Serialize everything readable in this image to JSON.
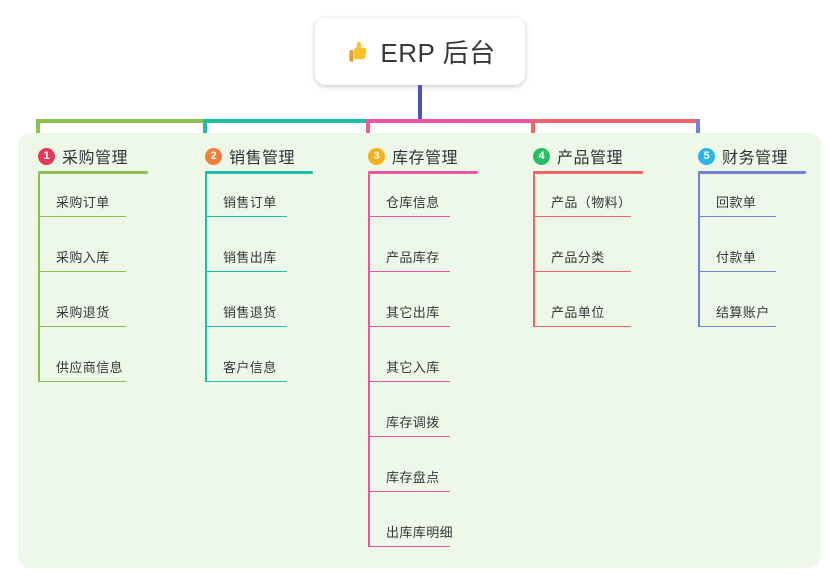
{
  "root": {
    "icon": "thumbs-up-icon",
    "title": "ERP 后台",
    "stem_color": "#4a55b5"
  },
  "panel": {
    "background": "#eef8e9"
  },
  "columns": [
    {
      "number": "1",
      "title": "采购管理",
      "badge_color": "#e8385a",
      "line_color": "#8cc152",
      "items": [
        {
          "label": "采购订单"
        },
        {
          "label": "采购入库"
        },
        {
          "label": "采购退货"
        },
        {
          "label": "供应商信息"
        }
      ]
    },
    {
      "number": "2",
      "title": "销售管理",
      "badge_color": "#f07f3c",
      "line_color": "#1bbfa8",
      "items": [
        {
          "label": "销售订单"
        },
        {
          "label": "销售出库"
        },
        {
          "label": "销售退货"
        },
        {
          "label": "客户信息"
        }
      ]
    },
    {
      "number": "3",
      "title": "库存管理",
      "badge_color": "#f8b019",
      "line_color": "#ec56a0",
      "items": [
        {
          "label": "仓库信息"
        },
        {
          "label": "产品库存"
        },
        {
          "label": "其它出库"
        },
        {
          "label": "其它入库"
        },
        {
          "label": "库存调拨"
        },
        {
          "label": "库存盘点"
        },
        {
          "label": "出库库明细"
        }
      ]
    },
    {
      "number": "4",
      "title": "产品管理",
      "badge_color": "#27bd61",
      "line_color": "#f4626a",
      "items": [
        {
          "label": "产品（物料）"
        },
        {
          "label": "产品分类"
        },
        {
          "label": "产品单位"
        }
      ]
    },
    {
      "number": "5",
      "title": "财务管理",
      "badge_color": "#2cb3e8",
      "line_color": "#6f83d8",
      "items": [
        {
          "label": "回款单"
        },
        {
          "label": "付款单"
        },
        {
          "label": "结算账户"
        }
      ]
    }
  ]
}
